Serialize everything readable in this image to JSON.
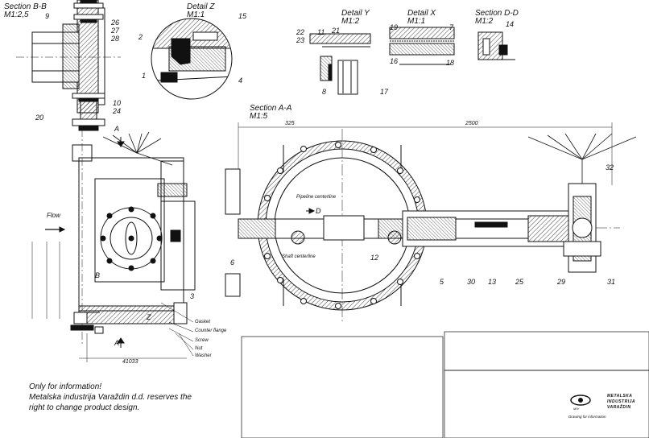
{
  "views": {
    "section_bb": {
      "title": "Section B-B",
      "scale": "M1:2,5"
    },
    "detail_z": {
      "title": "Detail Z",
      "scale": "M1:1"
    },
    "detail_y": {
      "title": "Detail Y",
      "scale": "M1:2"
    },
    "detail_x": {
      "title": "Detail X",
      "scale": "M1:1"
    },
    "section_dd": {
      "title": "Section D-D",
      "scale": "M1:2"
    },
    "section_aa": {
      "title": "Section A-A",
      "scale": "M1:5"
    }
  },
  "part_numbers": {
    "n9": "9",
    "n26": "26",
    "n27": "27",
    "n28": "28",
    "n10": "10",
    "n24": "24",
    "n20": "20",
    "n2": "2",
    "n1": "1",
    "n15": "15",
    "n4": "4",
    "n22": "22",
    "n23": "23",
    "n11": "11",
    "n21": "21",
    "n8": "8",
    "n17": "17",
    "n19": "19",
    "n7": "7",
    "n16": "16",
    "n18": "18",
    "n14": "14",
    "n32": "32",
    "n6": "6",
    "n12": "12",
    "n5": "5",
    "n30": "30",
    "n13": "13",
    "n25": "25",
    "n29": "29",
    "n31": "31",
    "n3": "3"
  },
  "dimensions": {
    "d325": "325",
    "d2500": "2500",
    "d41033": "41033"
  },
  "annotations": {
    "flow": "Flow",
    "pipeline_centerline": "Pipeline centerline",
    "shaft_centerline": "Shaft centerline",
    "gasket": "Gasket",
    "counter_flange": "Counter flange",
    "screw": "Screw",
    "nut": "Nut",
    "washer": "Washer",
    "sec_a_top": "A",
    "sec_a_bottom": "A",
    "sec_b": "B",
    "sec_z": "Z",
    "sec_d": "D"
  },
  "notes": {
    "line1": "Only for information!",
    "line2": "Metalska industrija Varaždin d.d. reserves the",
    "line3": "right to change product design."
  },
  "title_block": {
    "company_line1": "METALSKA",
    "company_line2": "INDUSTRIJA",
    "company_line3": "VARAŽDIN",
    "logo_sub": "MIV",
    "drawing_title": "Drawing for information"
  }
}
